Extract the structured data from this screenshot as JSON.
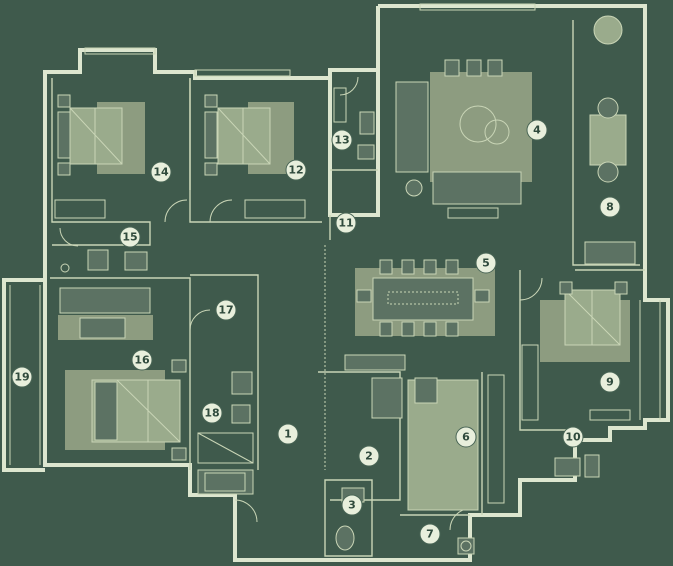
{
  "rooms": [
    {
      "id": "1"
    },
    {
      "id": "2"
    },
    {
      "id": "3"
    },
    {
      "id": "4"
    },
    {
      "id": "5"
    },
    {
      "id": "6"
    },
    {
      "id": "7"
    },
    {
      "id": "8"
    },
    {
      "id": "9"
    },
    {
      "id": "10"
    },
    {
      "id": "11"
    },
    {
      "id": "12"
    },
    {
      "id": "13"
    },
    {
      "id": "14"
    },
    {
      "id": "15"
    },
    {
      "id": "16"
    },
    {
      "id": "17"
    },
    {
      "id": "18"
    },
    {
      "id": "19"
    }
  ],
  "colors": {
    "background": "#3f5a4c",
    "wall": "#dde6cf",
    "furniture": "#5c7263",
    "rug": "#8d9c80",
    "marker": "#e8efdc"
  }
}
